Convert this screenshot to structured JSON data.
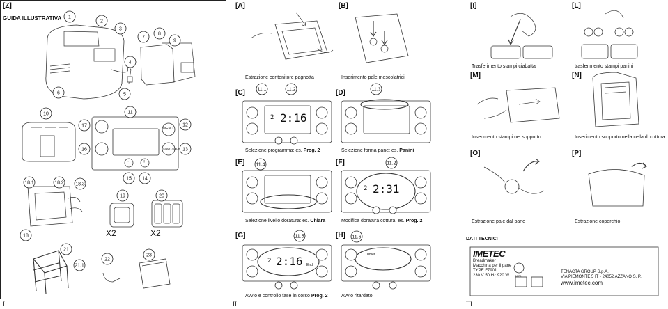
{
  "page1": {
    "tag": "[Z]",
    "heading": "GUIDA ILLUSTRATIVA",
    "page_number": "I",
    "callouts": [
      "1",
      "2",
      "3",
      "4",
      "5",
      "6",
      "7",
      "8",
      "9",
      "10",
      "11",
      "12",
      "13",
      "14",
      "15",
      "16",
      "17",
      "18.1",
      "18.2",
      "18.3",
      "19",
      "20",
      "18",
      "21",
      "21.1",
      "22",
      "23"
    ],
    "panel_labels": {
      "menu": "MENU",
      "start_stop": "START/STOP",
      "minus": "-",
      "plus": "+"
    },
    "qty_a": "X2",
    "qty_b": "X2"
  },
  "page2": {
    "page_number": "II",
    "panels": {
      "A": {
        "tag": "[A]",
        "caption": "Estrazione contenitore pagnotta",
        "caption_bold": ""
      },
      "B": {
        "tag": "[B]",
        "caption": "Inserimento pale mescolatrici",
        "caption_bold": ""
      },
      "C": {
        "tag": "[C]",
        "caption": "Selezione programma: es. ",
        "caption_bold": "Prog. 2",
        "callouts": [
          "11.1",
          "11.2"
        ],
        "lcd_left": "2",
        "lcd_time": "2:16"
      },
      "D": {
        "tag": "[D]",
        "caption": "Selezione forma pane: es. ",
        "caption_bold": "Panini",
        "callouts": [
          "11.3"
        ]
      },
      "E": {
        "tag": "[E]",
        "caption": "Selezione livello doratura: es. ",
        "caption_bold": "Chiara",
        "callouts": [
          "11.4"
        ]
      },
      "F": {
        "tag": "[F]",
        "caption": "Modifica doratura cottura: es. ",
        "caption_bold": "Prog. 2",
        "callouts": [
          "11.2"
        ],
        "lcd_left": "2",
        "lcd_time": "2:31"
      },
      "G": {
        "tag": "[G]",
        "caption": "Avvio e controllo fase in corso ",
        "caption_bold": "Prog. 2",
        "callouts": [
          "11.5"
        ],
        "lcd_left": "2",
        "lcd_time": "2:16",
        "lcd_end": "End"
      },
      "H": {
        "tag": "[H]",
        "caption": "Avvio ritardato",
        "caption_bold": "",
        "callouts": [
          "11.6"
        ],
        "timer": "Timer"
      }
    }
  },
  "page3": {
    "page_number": "III",
    "panels": {
      "I": {
        "tag": "[I]",
        "caption": "Trasferimento stampi ciabatta"
      },
      "L": {
        "tag": "[L]",
        "caption": "trasferimento stampi panini"
      },
      "M": {
        "tag": "[M]",
        "caption": "Inserimento stampi nel supporto"
      },
      "N": {
        "tag": "[N]",
        "caption": "Inserimento supporto nella cella di cottura"
      },
      "O": {
        "tag": "[O]",
        "caption": "Estrazione pale dal pane"
      },
      "P": {
        "tag": "[P]",
        "caption": "Estrazione coperchio"
      }
    },
    "tech_heading": "DATI TECNICI",
    "brand": "IMETEC",
    "spec_lines": [
      "Breadmaker",
      "Macchina per il pane",
      "TYPE F7901",
      "230 V  50 Hz  920 W"
    ],
    "company_lines": [
      "TENACTA GROUP S.p.A.",
      "VIA PIEMONTE 5 IT - 24052 AZZANO S. P.",
      "www.imetec.com"
    ],
    "cert_mark": "A775"
  }
}
